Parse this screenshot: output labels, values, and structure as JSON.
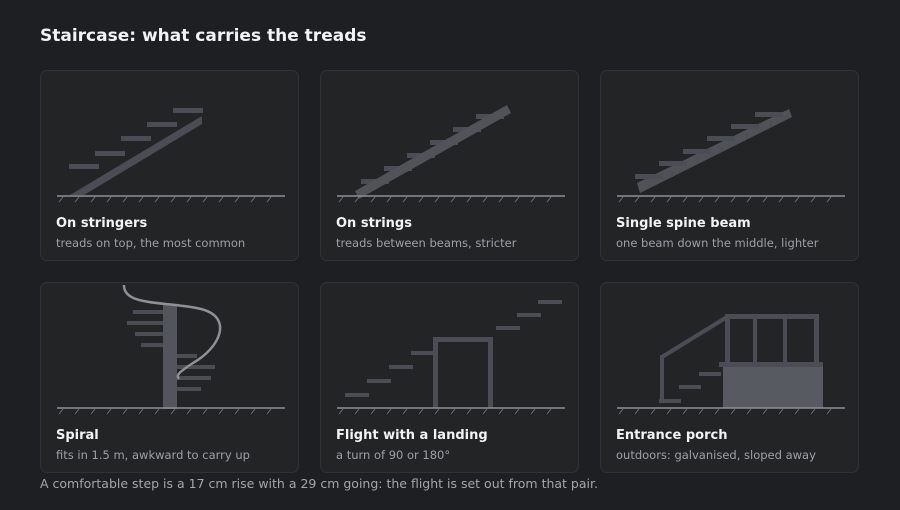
{
  "title": "Staircase: what carries the treads",
  "cards": [
    {
      "label": "On stringers",
      "desc": "treads on top, the most common",
      "illustration": "stringers-illustration"
    },
    {
      "label": "On strings",
      "desc": "treads between beams, stricter",
      "illustration": "strings-illustration"
    },
    {
      "label": "Single spine beam",
      "desc": "one beam down the middle, lighter",
      "illustration": "spine-beam-illustration"
    },
    {
      "label": "Spiral",
      "desc": "fits in 1.5 m, awkward to carry up",
      "illustration": "spiral-illustration"
    },
    {
      "label": "Flight with a landing",
      "desc": "a turn of 90 or 180°",
      "illustration": "landing-illustration"
    },
    {
      "label": "Entrance porch",
      "desc": "outdoors: galvanised, sloped away",
      "illustration": "porch-illustration"
    }
  ],
  "footnote": "A comfortable step is a 17 cm rise with a 29 cm going: the flight is set out from that pair.",
  "colors": {
    "background": "#1d1f22",
    "card": "#222426",
    "structure": "#4a4d53",
    "ground": "#8d9095"
  }
}
